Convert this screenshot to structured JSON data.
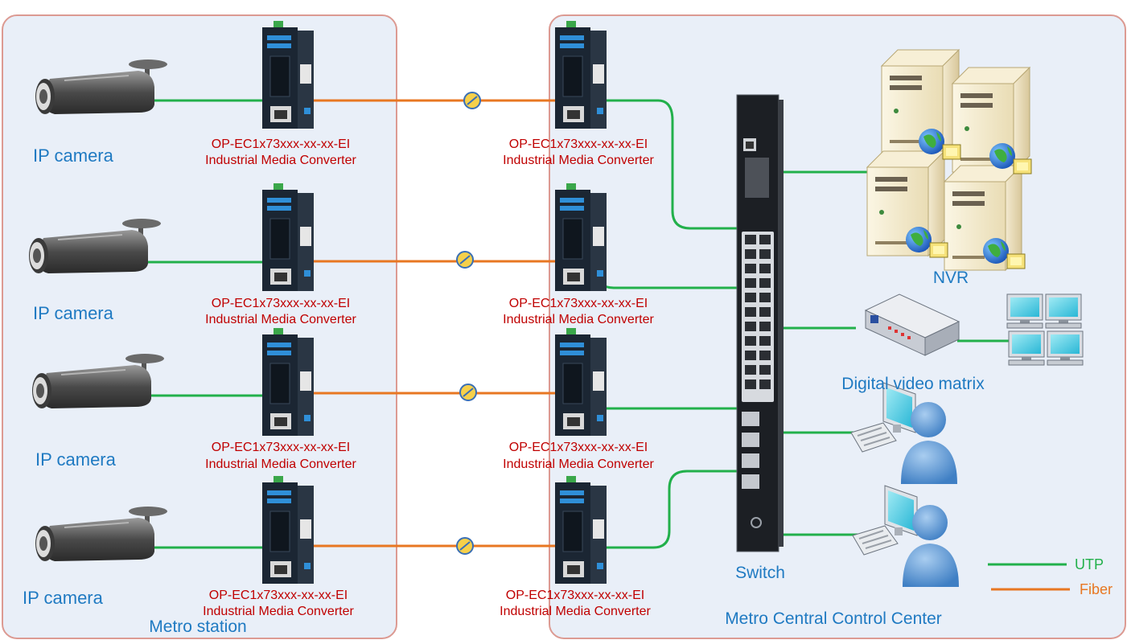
{
  "colors": {
    "utp": "#22b04b",
    "fiber": "#e87722",
    "region_bg": "#e9eff8",
    "region_border": "#dc9a92",
    "label_blue": "#1f7ac2",
    "label_red": "#c00000"
  },
  "regions": {
    "left_title": "Metro station",
    "right_title": "Metro Central Control Center"
  },
  "cameras": [
    {
      "label": "IP camera"
    },
    {
      "label": "IP camera"
    },
    {
      "label": "IP camera"
    },
    {
      "label": "IP camera"
    }
  ],
  "converters_left": [
    {
      "model": "OP-EC1x73xxx-xx-xx-EI",
      "desc": "Industrial Media Converter"
    },
    {
      "model": "OP-EC1x73xxx-xx-xx-EI",
      "desc": "Industrial Media Converter"
    },
    {
      "model": "OP-EC1x73xxx-xx-xx-EI",
      "desc": "Industrial Media Converter"
    },
    {
      "model": "OP-EC1x73xxx-xx-xx-EI",
      "desc": "Industrial Media Converter"
    }
  ],
  "converters_right": [
    {
      "model": "OP-EC1x73xxx-xx-xx-EI",
      "desc": "Industrial Media Converter"
    },
    {
      "model": "OP-EC1x73xxx-xx-xx-EI",
      "desc": "Industrial Media Converter"
    },
    {
      "model": "OP-EC1x73xxx-xx-xx-EI",
      "desc": "Industrial Media Converter"
    },
    {
      "model": "OP-EC1x73xxx-xx-xx-EI",
      "desc": "Industrial Media Converter"
    }
  ],
  "switch": {
    "label": "Switch"
  },
  "nvr": {
    "label": "NVR"
  },
  "matrix": {
    "label": "Digital video matrix"
  },
  "legend": {
    "utp": "UTP",
    "fiber": "Fiber"
  }
}
